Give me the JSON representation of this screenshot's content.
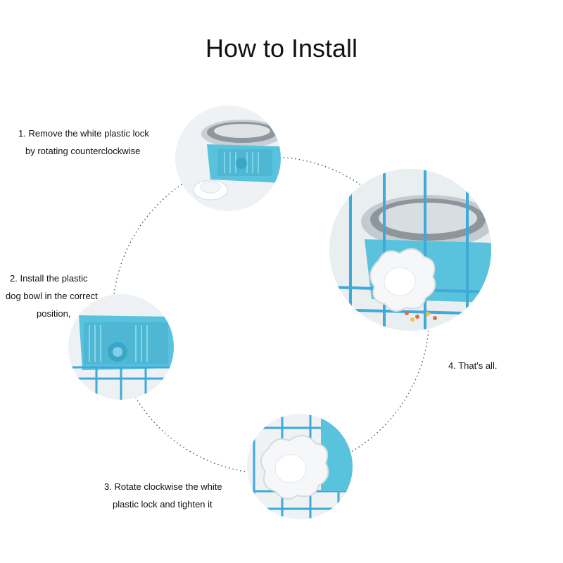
{
  "title": "How to Install",
  "steps": [
    {
      "lines": [
        "1. Remove the white plastic lock",
        "by rotating counterclockwise"
      ]
    },
    {
      "lines": [
        "2. Install the  plastic",
        "dog bowl in the correct",
        "position,"
      ]
    },
    {
      "lines": [
        "3. Rotate clockwise the white",
        "plastic lock and tighten it"
      ]
    },
    {
      "lines": [
        "4. That's all."
      ]
    }
  ],
  "colors": {
    "bowl_blue": "#59c3de",
    "cage_blue": "#3fa9d8",
    "steel": "#b9c0c6",
    "lock_white": "#f4f5f7",
    "dotted_line": "#444444"
  }
}
